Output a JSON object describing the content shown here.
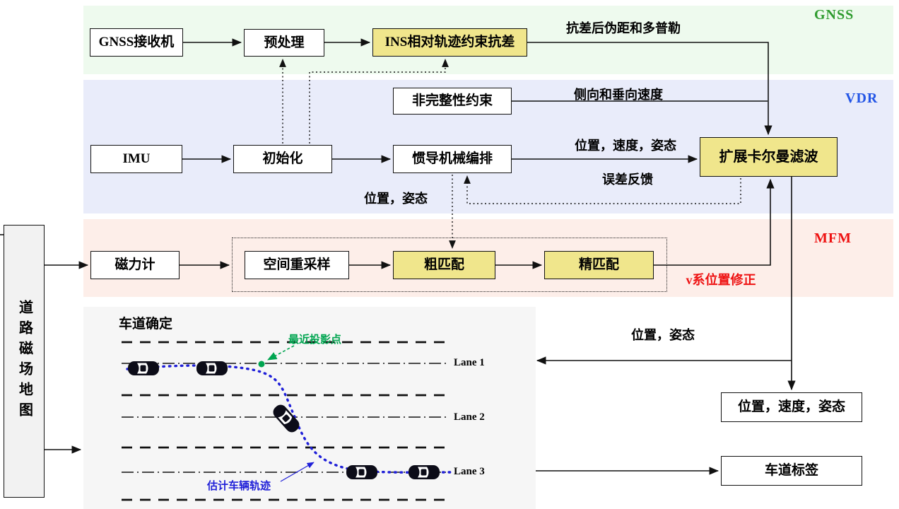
{
  "sections": {
    "gnss": {
      "label": "GNSS",
      "color": "#2e9b2e"
    },
    "vdr": {
      "label": "VDR",
      "color": "#2456e6"
    },
    "mfm": {
      "label": "MFM",
      "color": "#ee1111"
    }
  },
  "boxes": {
    "gnss_receiver": {
      "label": "GNSS接收机"
    },
    "preprocessing": {
      "label": "预处理"
    },
    "ins_robust": {
      "label": "INS相对轨迹约束抗差"
    },
    "nhc": {
      "label": "非完整性约束"
    },
    "imu": {
      "label": "IMU"
    },
    "initialization": {
      "label": "初始化"
    },
    "ins_mechanization": {
      "label": "惯导机械编排"
    },
    "ekf": {
      "label": "扩展卡尔曼滤波"
    },
    "magnetometer": {
      "label": "磁力计"
    },
    "spatial_resampling": {
      "label": "空间重采样"
    },
    "coarse_matching": {
      "label": "粗匹配"
    },
    "fine_matching": {
      "label": "精匹配"
    },
    "road_map": {
      "label": "道路磁场地图"
    },
    "pva_output": {
      "label": "位置，速度，姿态"
    },
    "lane_tag": {
      "label": "车道标签"
    }
  },
  "edge_labels": {
    "robust_pr_doppler": "抗差后伪距和多普勒",
    "lat_vert_velocity": "侧向和垂向速度",
    "pva": "位置，速度，姿态",
    "error_feedback": "误差反馈",
    "pos_att_to_matching": "位置，姿态",
    "v_pos_correction": "v系位置修正",
    "pos_att_to_lane": "位置，姿态"
  },
  "lane_illustration": {
    "title": "车道确定",
    "nearest_projection_label": "最近投影点",
    "trajectory_label": "估计车辆轨迹",
    "lane_labels": [
      "Lane 1",
      "Lane 2",
      "Lane 3"
    ]
  },
  "colors": {
    "gnss_band_bg": "#eefaee",
    "vdr_band_bg": "#e9ecfa",
    "mfm_band_bg": "#fdeee9",
    "illustration_bg": "#f6f6f6",
    "highlight_box_bg": "#f0e68c",
    "trajectory_blue": "#1f1fd8",
    "projection_green": "#00a550",
    "correction_red": "#ee1111"
  }
}
